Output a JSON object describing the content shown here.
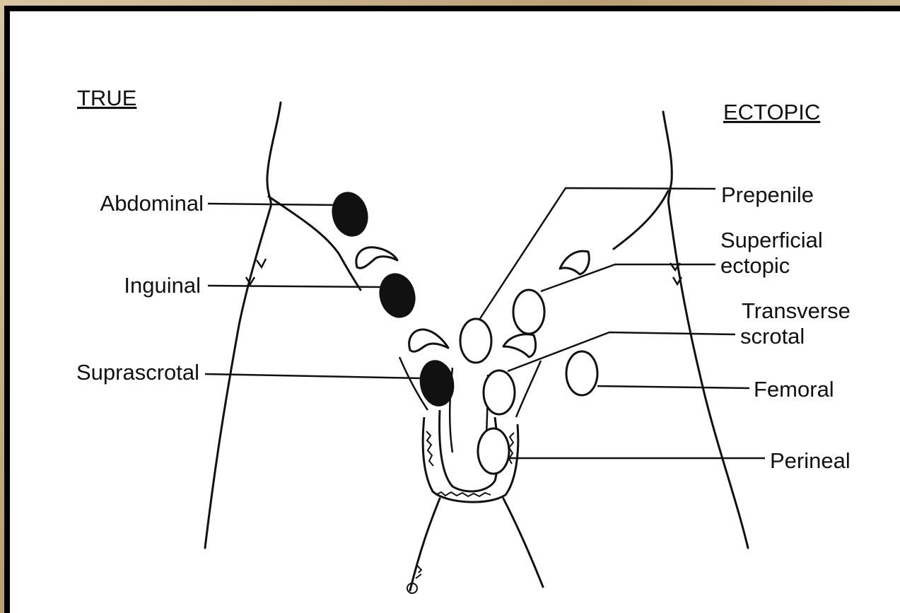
{
  "headings": {
    "left": "TRUE",
    "right": "ECTOPIC"
  },
  "labels": {
    "abdominal": "Abdominal",
    "inguinal": "Inguinal",
    "suprascrotal": "Suprascrotal",
    "prepenile": "Prepenile",
    "superficial_ectopic_line1": "Superficial",
    "superficial_ectopic_line2": "ectopic",
    "transverse_scrotal_line1": "Transverse",
    "transverse_scrotal_line2": "scrotal",
    "femoral": "Femoral",
    "perineal": "Perineal"
  },
  "colors": {
    "ink": "#111111",
    "paper": "#ffffff",
    "frame": "#000000"
  }
}
